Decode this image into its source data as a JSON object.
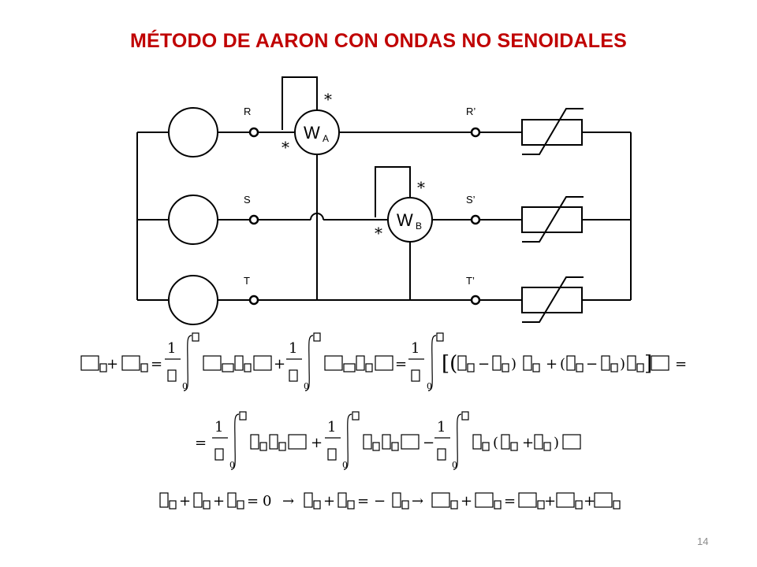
{
  "slide": {
    "title": "MÉTODO DE AARON CON ONDAS NO SENOIDALES",
    "page_number": "14"
  },
  "diagram": {
    "source_labels": [
      "R",
      "S",
      "T"
    ],
    "load_labels": [
      "R’",
      "S’",
      "T’"
    ],
    "wattmeter_a": {
      "main": "W",
      "sub": "A"
    },
    "wattmeter_b": {
      "main": "W",
      "sub": "B"
    },
    "polarity_mark": "*"
  },
  "equations": {
    "one": "1",
    "zero": "0",
    "eq": "=",
    "plus": "+",
    "minus": "−",
    "arrow": "→",
    "line1_rhs_end": "="
  },
  "colors": {
    "title": "#c00000",
    "page_number": "#8c8c8c",
    "line": "#000000"
  }
}
